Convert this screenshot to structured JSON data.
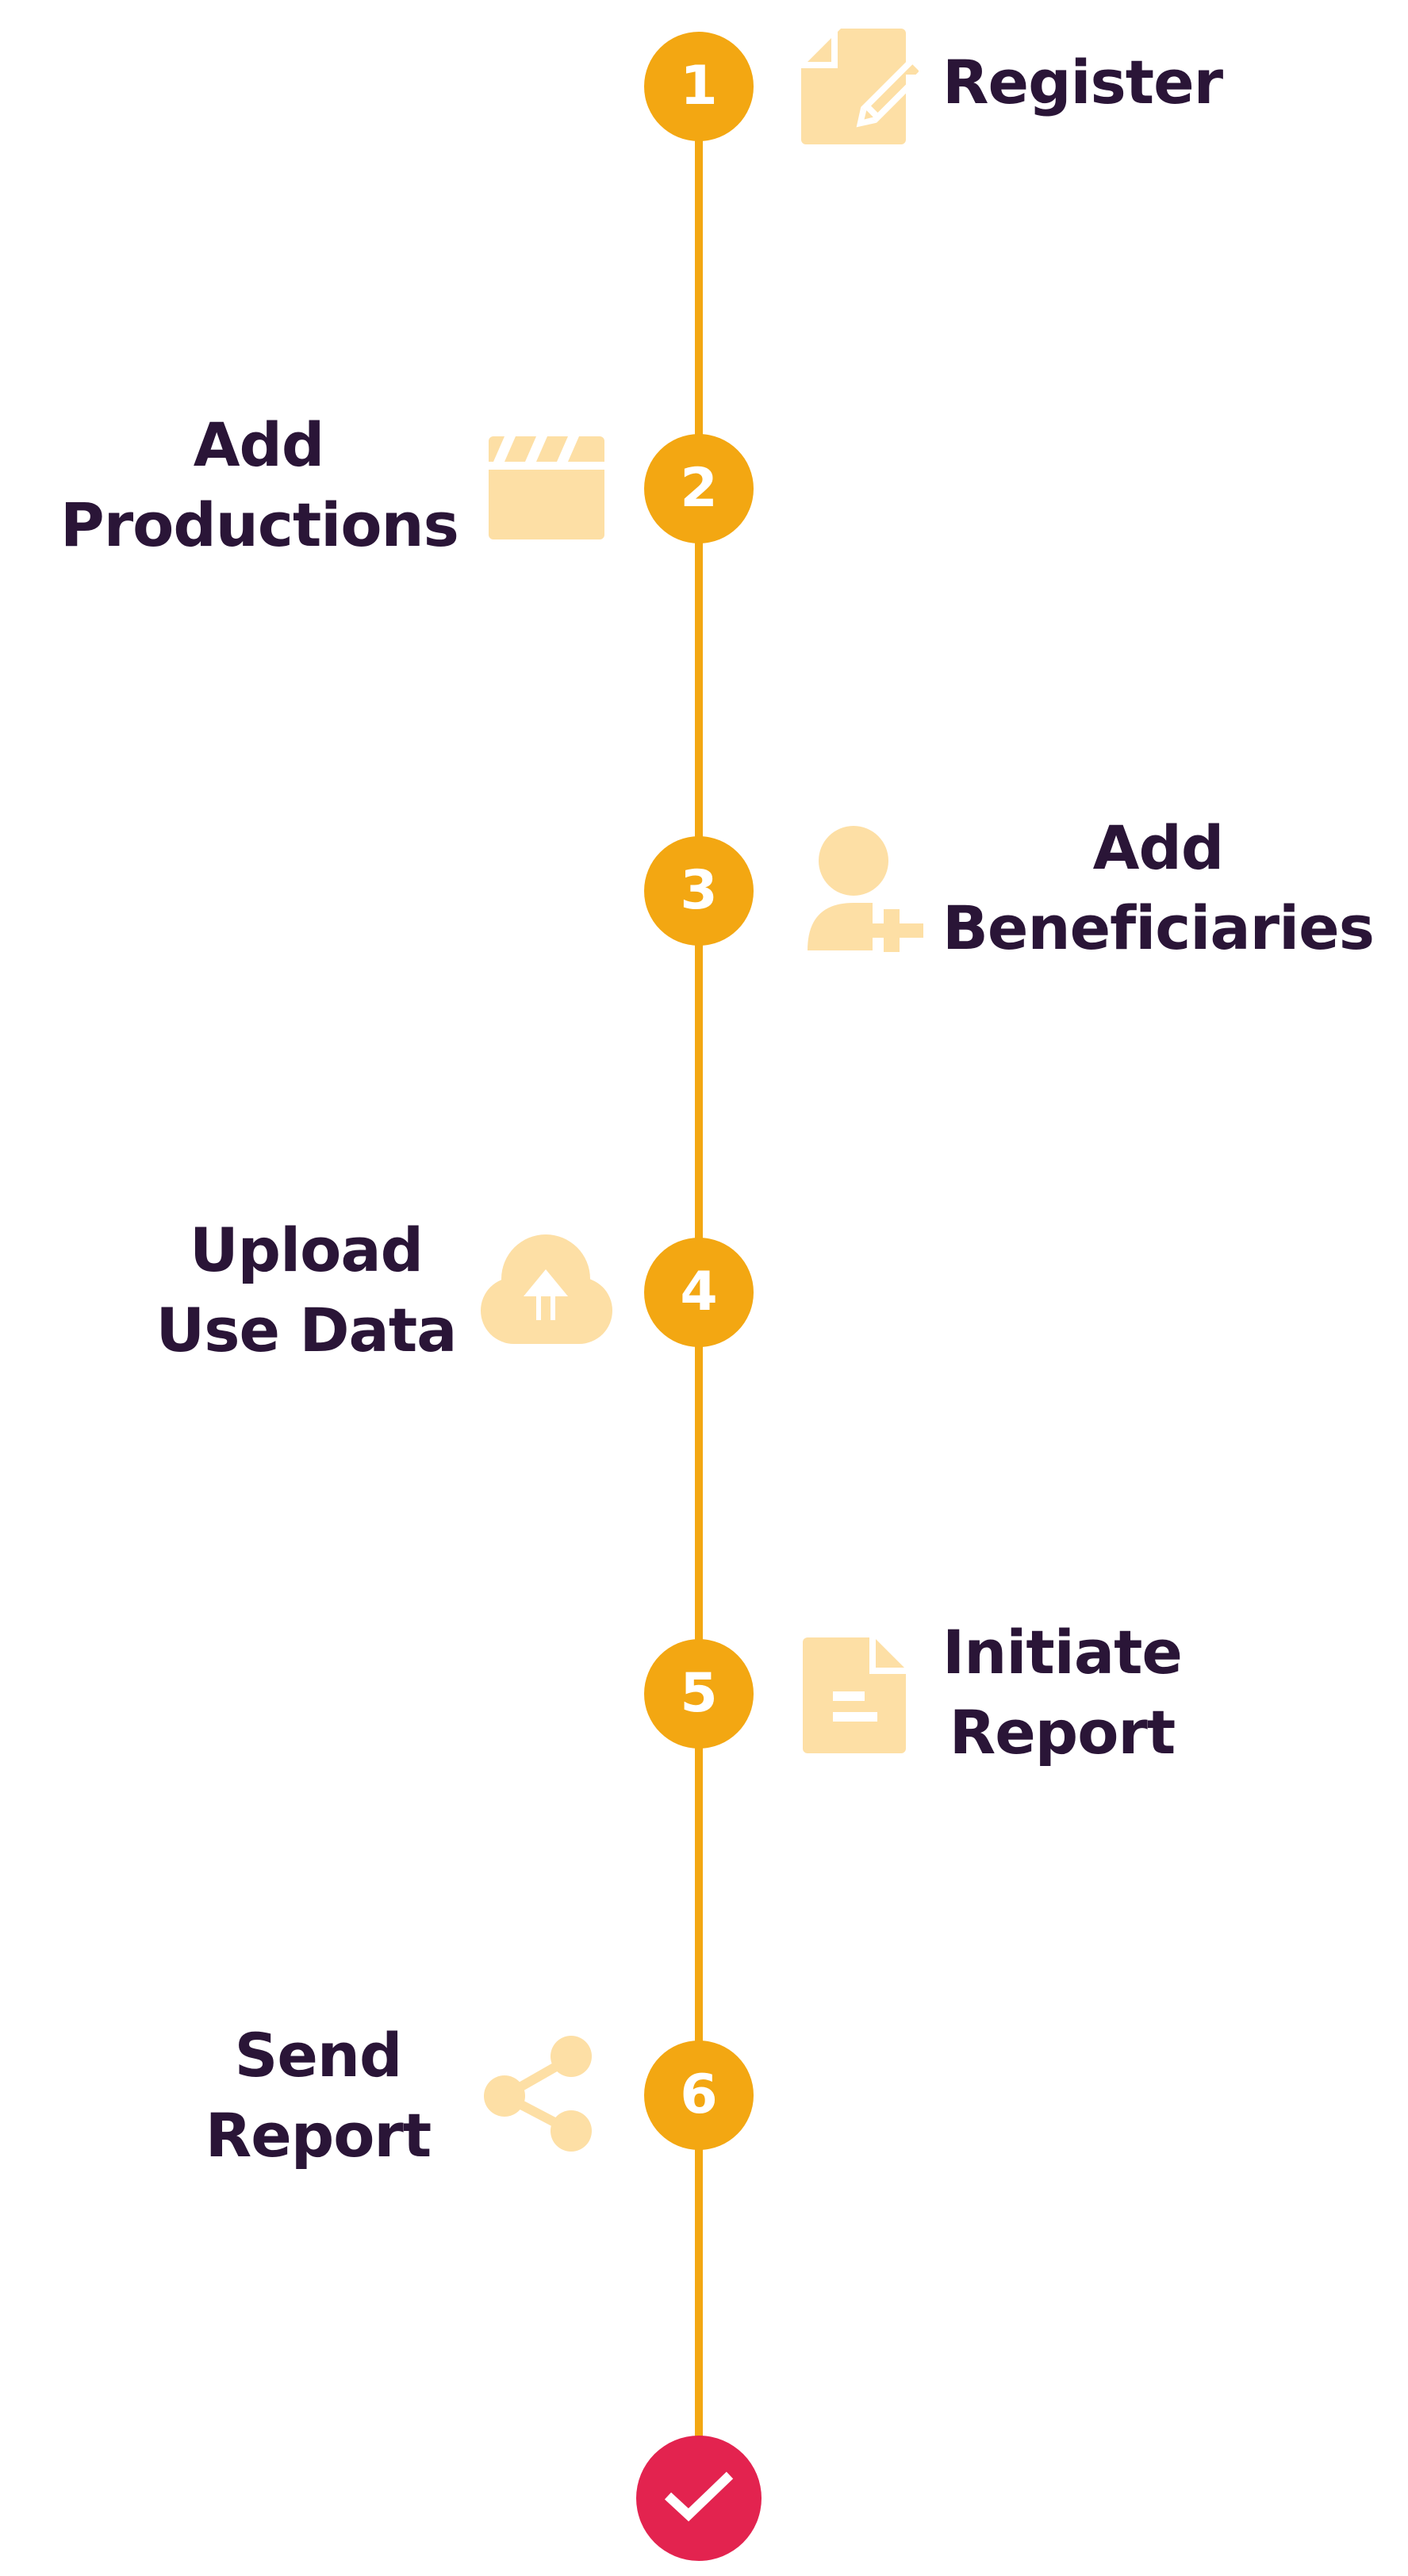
{
  "colors": {
    "accent": "#F3A712",
    "icon_fill": "#FDDFA5",
    "text": "#2A1537",
    "done": "#E3234F"
  },
  "steps": [
    {
      "number": "1",
      "label_lines": [
        "Register"
      ],
      "icon": "document-edit-icon",
      "side": "right"
    },
    {
      "number": "2",
      "label_lines": [
        "Add",
        "Productions"
      ],
      "icon": "clapperboard-icon",
      "side": "left"
    },
    {
      "number": "3",
      "label_lines": [
        "Add",
        "Beneficiaries"
      ],
      "icon": "add-user-icon",
      "side": "right"
    },
    {
      "number": "4",
      "label_lines": [
        "Upload",
        "Use Data"
      ],
      "icon": "cloud-upload-icon",
      "side": "left"
    },
    {
      "number": "5",
      "label_lines": [
        "Initiate",
        "Report"
      ],
      "icon": "report-document-icon",
      "side": "right"
    },
    {
      "number": "6",
      "label_lines": [
        "Send",
        "Report"
      ],
      "icon": "share-icon",
      "side": "left"
    }
  ],
  "final": {
    "icon": "checkmark-icon"
  }
}
